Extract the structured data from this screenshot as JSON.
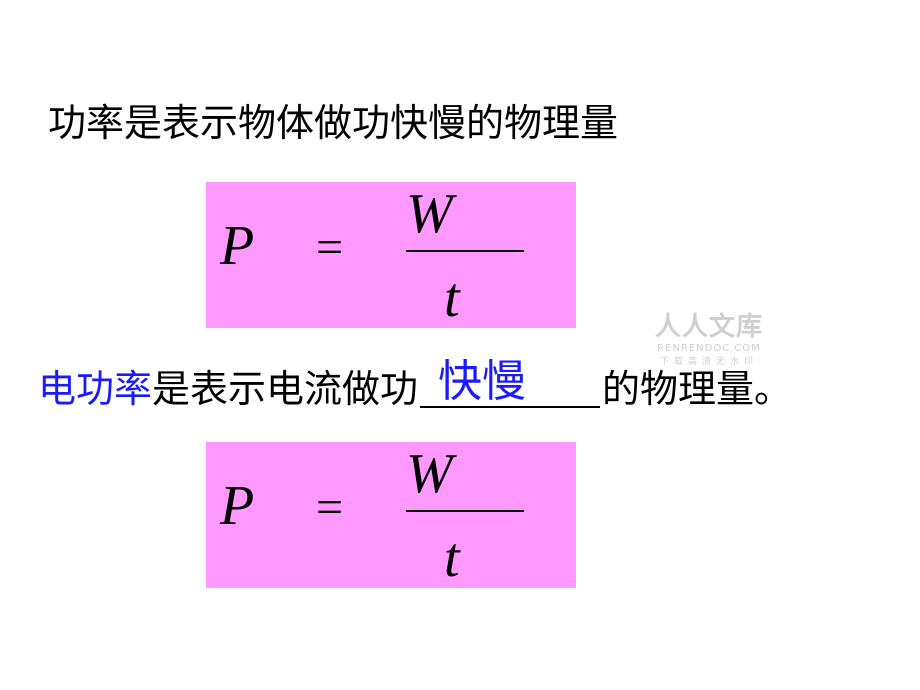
{
  "line1": {
    "text": "功率是表示物体做功快慢的物理量"
  },
  "formula1": {
    "lhs": "P",
    "equals": "=",
    "numerator": "W",
    "denominator": "t"
  },
  "line2": {
    "term": "电功率",
    "middle": "是表示电流做功",
    "blank_answer": "快慢",
    "end": "的物理量。"
  },
  "formula2": {
    "lhs": "P",
    "equals": "=",
    "numerator": "W",
    "denominator": "t"
  },
  "watermark": {
    "brand": "人人文库",
    "domain": "RENRENDOC.COM",
    "slogan": "下载高清无水印"
  },
  "colors": {
    "formula_box": "#ff99ff",
    "highlight_text": "#1a1aff",
    "watermark": "#cfcfcf"
  }
}
